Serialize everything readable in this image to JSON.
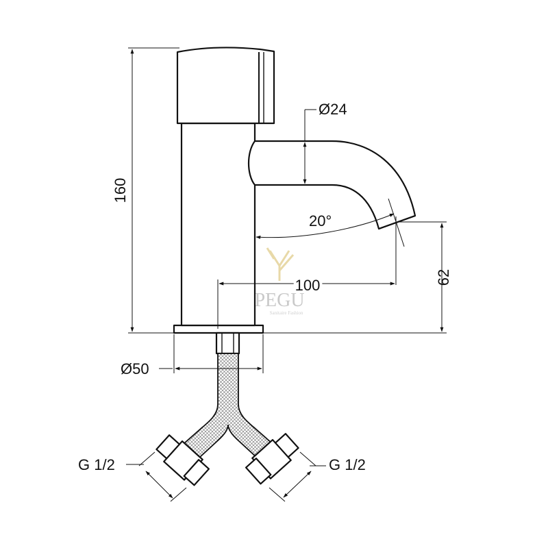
{
  "drawing": {
    "dimensions": {
      "height_total": "160",
      "spout_diameter": "Ø24",
      "angle": "20°",
      "reach": "100",
      "spout_height": "62",
      "base_diameter": "Ø50",
      "connection_left": "G 1/2",
      "connection_right": "G 1/2"
    },
    "watermark": {
      "brand": "PEGU",
      "tagline": "Sanitaire Fashion"
    },
    "colors": {
      "line": "#111111",
      "background": "#ffffff",
      "watermark": "#c9c9c9",
      "watermark_logo": "#e8d9a8"
    }
  }
}
